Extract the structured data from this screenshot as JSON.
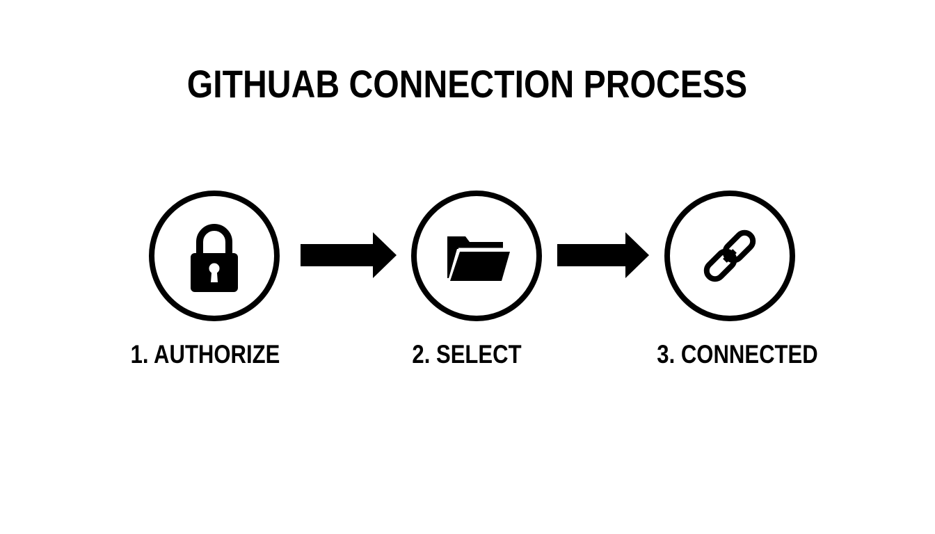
{
  "title": "GITHUAB CONNECTION PROCESS",
  "steps": [
    {
      "label": "1. AUTHORIZE",
      "icon": "lock-icon"
    },
    {
      "label": "2. SELECT",
      "icon": "folder-icon"
    },
    {
      "label": "3. CONNECTED",
      "icon": "chain-link-icon"
    }
  ],
  "connectors": [
    "arrow-right-icon",
    "arrow-right-icon"
  ],
  "colors": {
    "background": "#ffffff",
    "foreground": "#000000"
  }
}
